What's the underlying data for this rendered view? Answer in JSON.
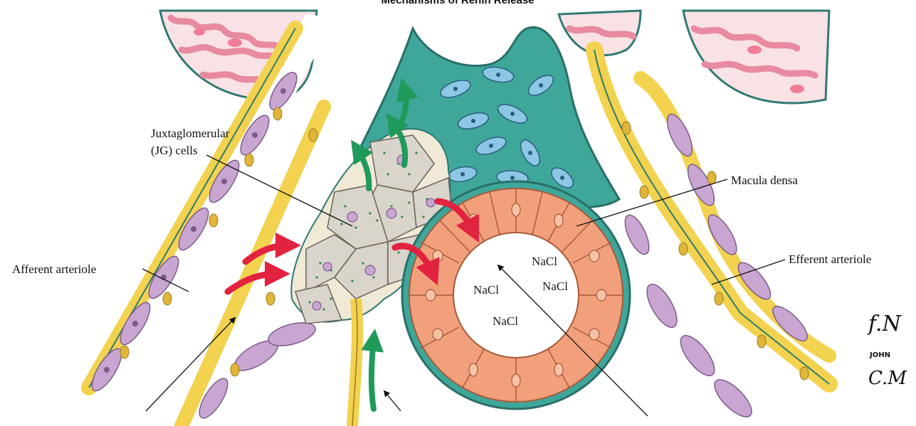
{
  "figure": {
    "title": "Mechanisms of Renin Release",
    "labels": {
      "jg_cells_line1": "Juxtaglomerular",
      "jg_cells_line2": "(JG) cells",
      "macula_densa": "Macula densa",
      "afferent_arteriole": "Afferent arteriole",
      "efferent_arteriole": "Efferent arteriole"
    },
    "lumen_text": [
      "NaCl",
      "NaCl",
      "NaCl",
      "NaCl"
    ],
    "signature": {
      "initials": "f.N",
      "name": "JOHN",
      "artist": "C.M"
    },
    "colors": {
      "vessel_wall": "#f2d24e",
      "smooth_muscle": "#c9a6d2",
      "mesangium": "#3ea79a",
      "jg_cell": "#d9d4cc",
      "macula_densa_cell": "#f2a07c",
      "glomerulus": "#f2b6c2",
      "arrow_red": "#e2233f",
      "arrow_green": "#1f9a5a"
    }
  }
}
